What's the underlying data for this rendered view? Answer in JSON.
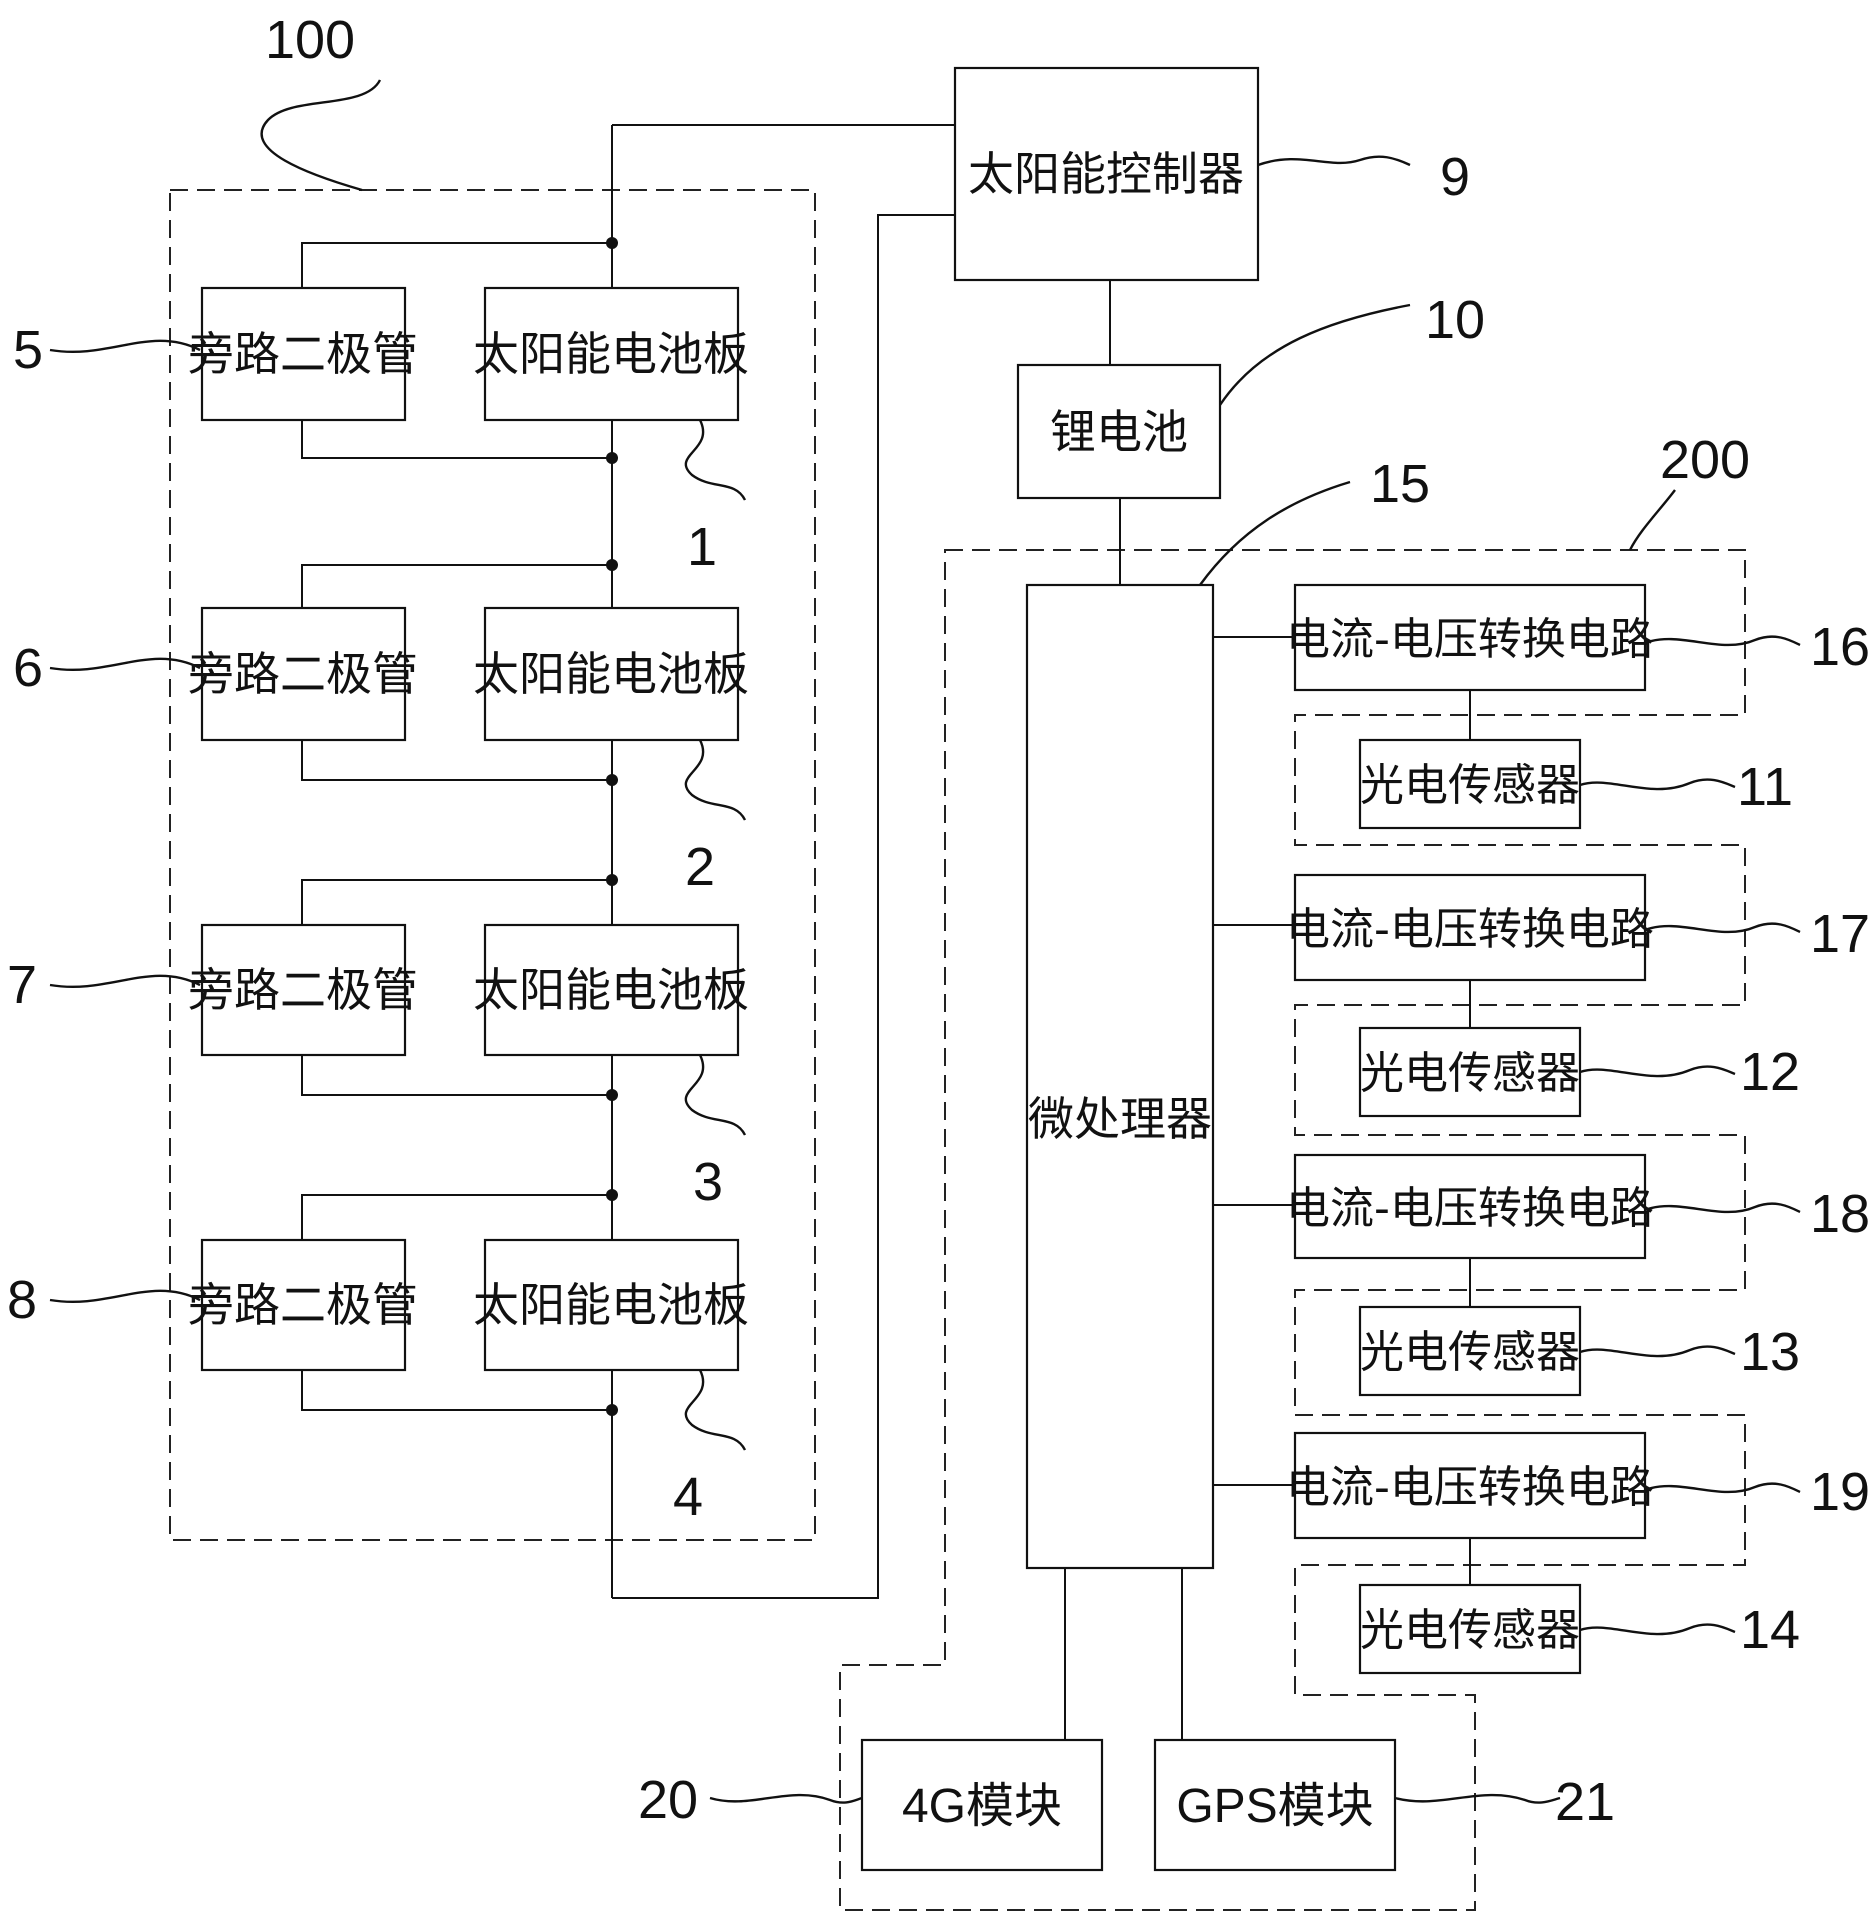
{
  "blocks": {
    "solar_controller": "太阳能控制器",
    "lithium_battery": "锂电池",
    "microprocessor": "微处理器",
    "module_4g": "4G模块",
    "module_gps": "GPS模块",
    "bypass_diode": "旁路二极管",
    "solar_panel": "太阳能电池板",
    "iv_converter": "电流-电压转换电路",
    "photo_sensor": "光电传感器"
  },
  "refs": {
    "group_100": "100",
    "group_200": "200",
    "panel_1": "1",
    "panel_2": "2",
    "panel_3": "3",
    "panel_4": "4",
    "diode_5": "5",
    "diode_6": "6",
    "diode_7": "7",
    "diode_8": "8",
    "controller_9": "9",
    "battery_10": "10",
    "sensor_11": "11",
    "sensor_12": "12",
    "sensor_13": "13",
    "sensor_14": "14",
    "mcu_15": "15",
    "converter_16": "16",
    "converter_17": "17",
    "converter_18": "18",
    "converter_19": "19",
    "module_20": "20",
    "module_21": "21"
  }
}
